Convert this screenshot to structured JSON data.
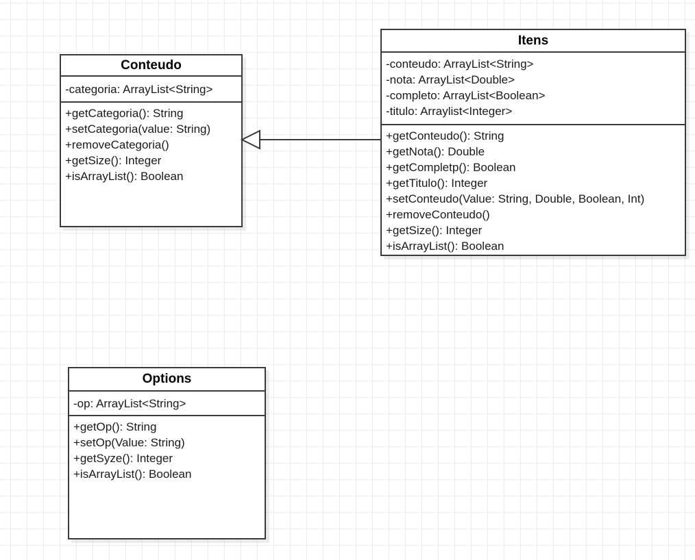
{
  "diagram": {
    "tool_hint": "uml-class-diagram",
    "classes": [
      {
        "name": "Conteudo",
        "attributes": [
          "-categoria: ArrayList<String>"
        ],
        "methods": [
          "+getCategoria(): String",
          "+setCategoria(value: String)",
          "+removeCategoria()",
          "+getSize(): Integer",
          "+isArrayList(): Boolean"
        ]
      },
      {
        "name": "Itens",
        "attributes": [
          "-conteudo: ArrayList<String>",
          "-nota: ArrayList<Double>",
          "-completo: ArrayList<Boolean>",
          "-titulo: Arraylist<Integer>"
        ],
        "methods": [
          "+getConteudo(): String",
          "+getNota(): Double",
          "+getCompletp(): Boolean",
          "+getTitulo(): Integer",
          "+setConteudo(Value: String, Double, Boolean, Int)",
          "+removeConteudo()",
          "+getSize(): Integer",
          "+isArrayList(): Boolean"
        ]
      },
      {
        "name": "Options",
        "attributes": [
          "-op: ArrayList<String>"
        ],
        "methods": [
          "+getOp(): String",
          "+setOp(Value: String)",
          "+getSyze(): Integer",
          "+isArrayList(): Boolean"
        ]
      }
    ],
    "relationships": [
      {
        "type": "generalization",
        "from": "Itens",
        "to": "Conteudo",
        "arrow_head": "hollow-triangle",
        "arrow_points_to": "Conteudo"
      }
    ],
    "colors": {
      "box_fill": "#ffffff",
      "box_border": "#3a3a3a",
      "text": "#1a1a1a",
      "grid_line": "#ededed",
      "background": "#ffffff"
    }
  }
}
